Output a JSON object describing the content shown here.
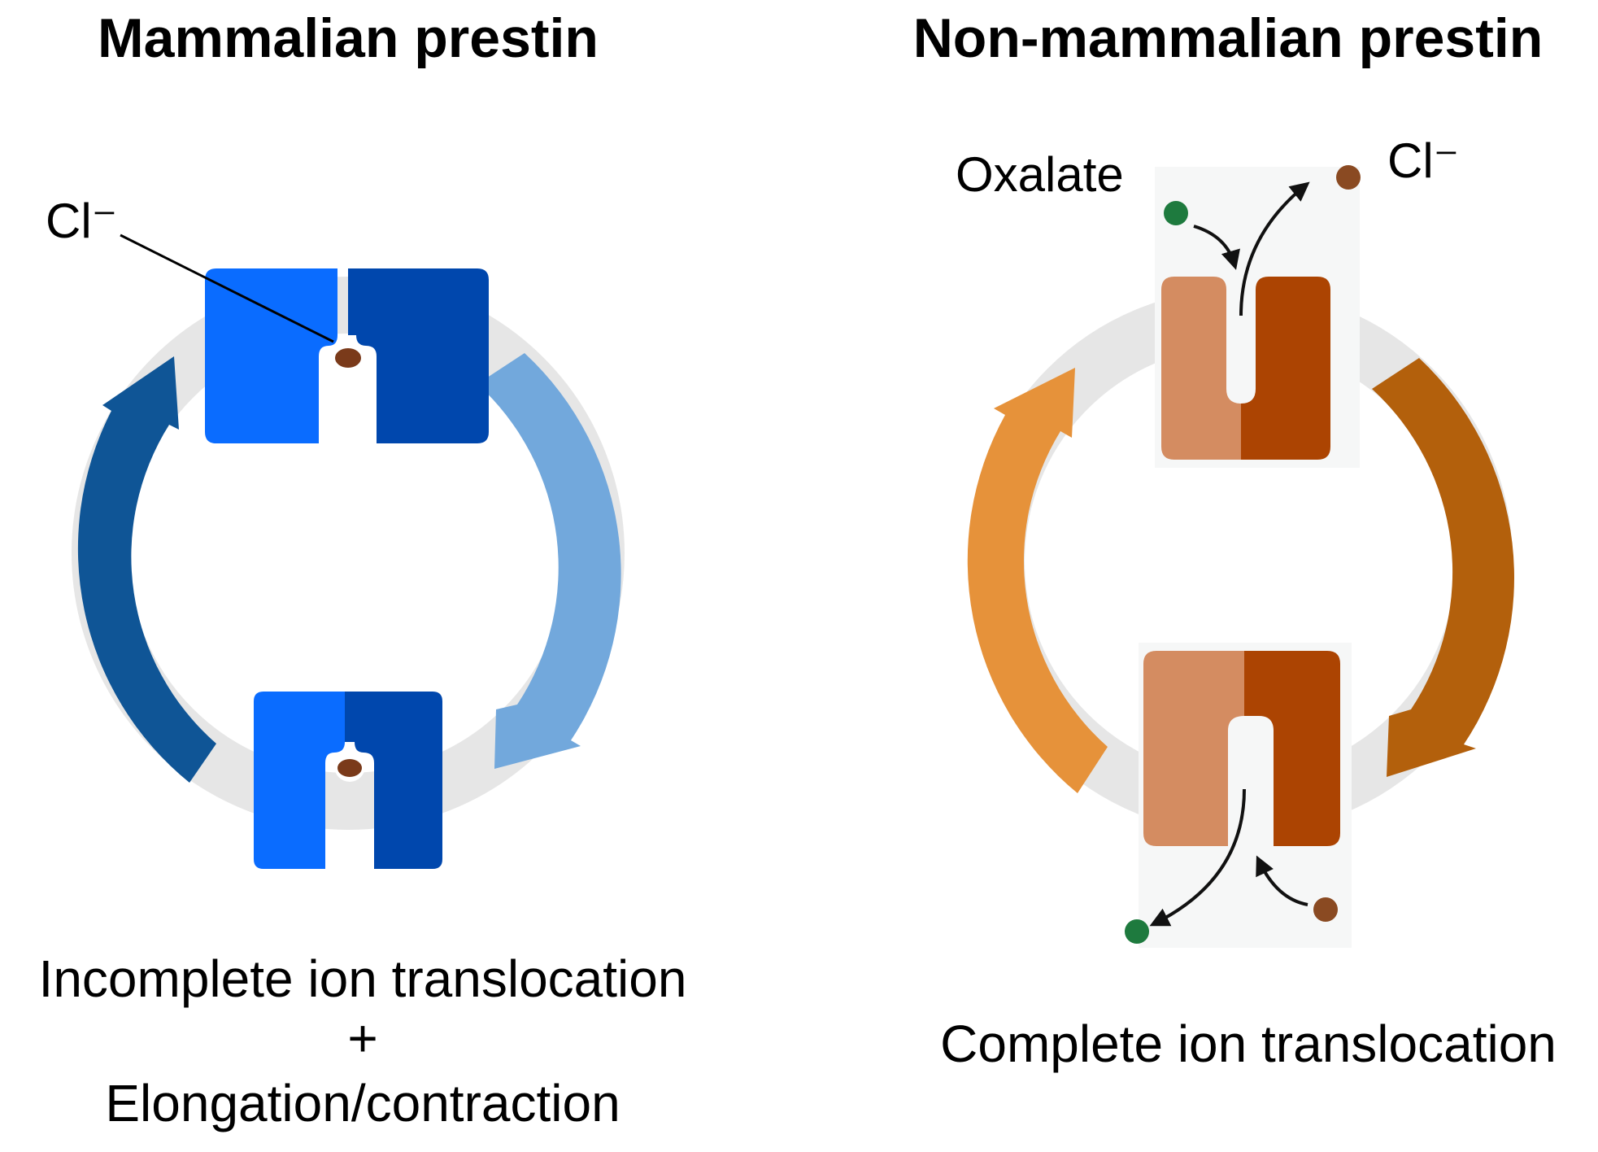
{
  "left_panel": {
    "title": "Mammalian prestin",
    "ion_label": "Cl⁻",
    "caption_line1": "Incomplete ion translocation",
    "caption_line2": "+",
    "caption_line3": "Elongation/contraction",
    "colors": {
      "light_subunit": "#0a6cff",
      "dark_subunit": "#0047ad",
      "arrow_left": "#0f5596",
      "arrow_right": "#72a8dc",
      "ion": "#7a3a1a",
      "ring": "#e6e6e6"
    }
  },
  "right_panel": {
    "title": "Non-mammalian prestin",
    "oxalate_label": "Oxalate",
    "chloride_label": "Cl⁻",
    "caption": "Complete ion translocation",
    "colors": {
      "light_subunit": "#d48c61",
      "dark_subunit": "#ac4402",
      "arrow_left": "#e6923a",
      "arrow_right": "#b3600c",
      "oxalate_dot": "#1e7a3e",
      "chloride_dot": "#8a4a22",
      "ring": "#e6e6e6"
    }
  }
}
